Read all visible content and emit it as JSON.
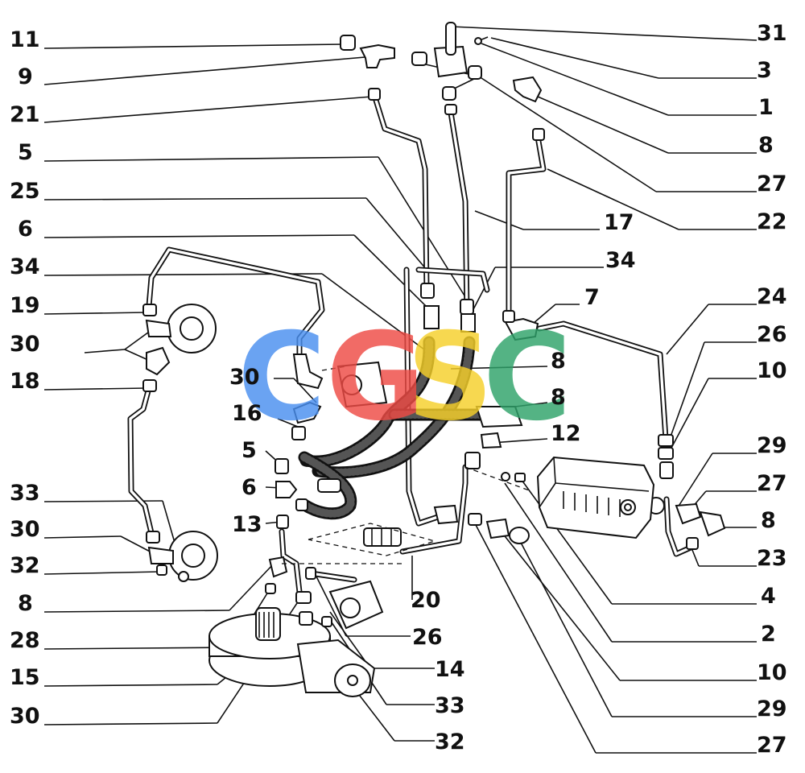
{
  "callouts_left": [
    "11",
    "9",
    "21",
    "5",
    "25",
    "6",
    "34",
    "19",
    "30",
    "18",
    "33",
    "30",
    "32",
    "8",
    "28",
    "15",
    "30"
  ],
  "callouts_right": [
    "31",
    "3",
    "1",
    "8",
    "27",
    "22",
    "24",
    "26",
    "10",
    "29",
    "27",
    "8",
    "23",
    "4",
    "2",
    "10",
    "29",
    "27"
  ],
  "callouts_center": [
    "17",
    "34",
    "7",
    "8",
    "8",
    "12",
    "30",
    "16",
    "5",
    "6",
    "13",
    "20",
    "26",
    "14",
    "33",
    "32"
  ],
  "watermark": {
    "letters": [
      "C",
      "G",
      "S",
      "C"
    ],
    "colors": [
      "#4a8ff0",
      "#ee4b45",
      "#f6d02a",
      "#2fa36a"
    ]
  }
}
